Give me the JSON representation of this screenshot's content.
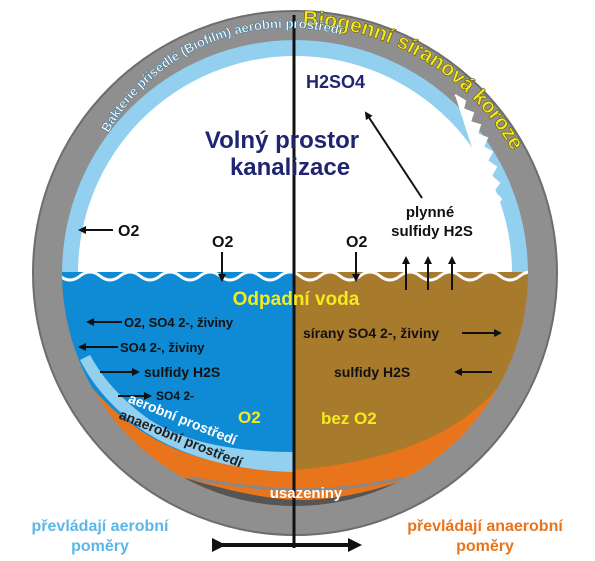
{
  "title": "Biogenní síranová koroze",
  "biofilm_label": "Bakterie přísedlé (Biofilm) aerobní prostředí",
  "h2so4": "H2SO4",
  "space_title_line1": "Volný prostor",
  "space_title_line2": "kanalizace",
  "o2_left": "O2",
  "o2_mid_left": "O2",
  "o2_mid_right": "O2",
  "gas_line1": "plynné",
  "gas_line2": "sulfidy H2S",
  "wastewater": "Odpadní voda",
  "left_labels": [
    "O2, SO4 2-, živiny",
    "SO4 2-, živiny",
    "sulfidy H2S",
    "SO4 2-"
  ],
  "left_zone": "O2",
  "right_labels": [
    "sírany SO4 2-, živiny",
    "sulfidy H2S"
  ],
  "right_zone": "bez O2",
  "aerobic_env": "aerobní prostředí",
  "anaerobic_env": "anaerobní prostředí",
  "sediment": "usazeniny",
  "footer_left_line1": "převládají aerobní",
  "footer_left_line2": "poměry",
  "footer_right_line1": "převládají anaerobní",
  "footer_right_line2": "poměry",
  "colors": {
    "pipe": "#8f8f8f",
    "biofilm": "#93d0f0",
    "aerobic_water": "#0f8bd6",
    "anaerobic_water": "#a87a2c",
    "anaerobic_layer": "#e8741c",
    "sediment": "#555555",
    "title_yellow": "#f5ea1e",
    "navy": "#1f2570",
    "footer_left": "#5bb7e8",
    "footer_right": "#e8741c"
  }
}
